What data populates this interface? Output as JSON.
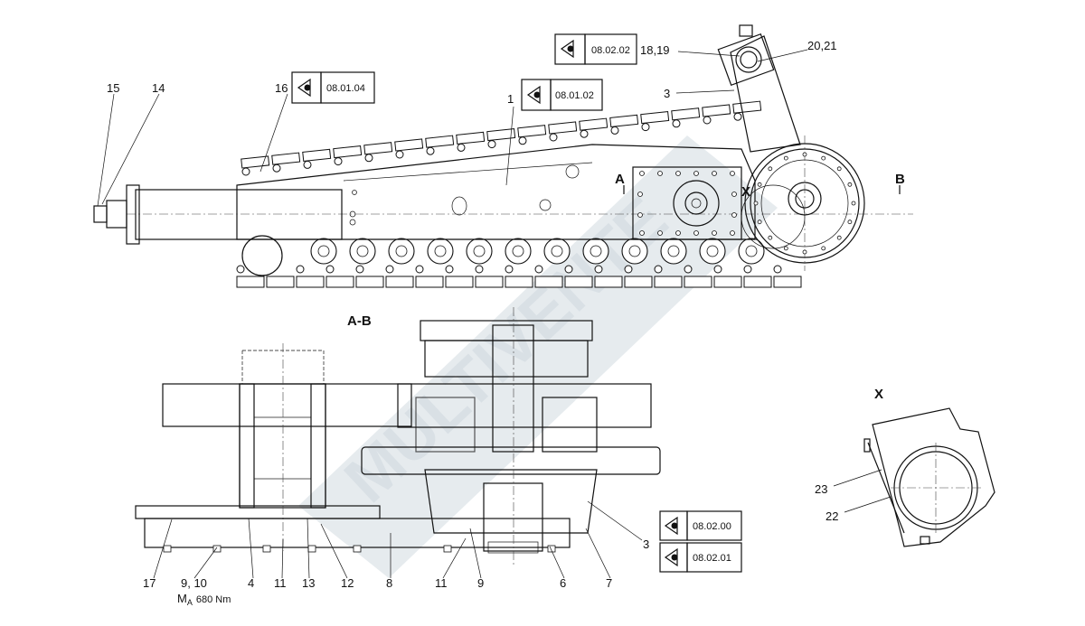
{
  "view_labels": {
    "section": "A-B",
    "detail": "X",
    "cut_a": "A",
    "cut_b": "B",
    "detail_marker": "X"
  },
  "part_numbers": {
    "p15": "15",
    "p14": "14",
    "p16": "16",
    "p1": "1",
    "p3_top": "3",
    "p18_19": "18,19",
    "p20_21": "20,21",
    "p17": "17",
    "p9_10": "9, 10",
    "p4": "4",
    "p11a": "11",
    "p13": "13",
    "p12": "12",
    "p8": "8",
    "p11b": "11",
    "p9": "9",
    "p6": "6",
    "p7": "7",
    "p3_bottom": "3",
    "p23": "23",
    "p22": "22"
  },
  "torque_note": {
    "symbol": "M",
    "subscript": "A",
    "value": "680 Nm"
  },
  "references": [
    {
      "id": "ref-08-01-04",
      "code": "08.01.04"
    },
    {
      "id": "ref-08-01-02",
      "code": "08.01.02"
    },
    {
      "id": "ref-08-02-02",
      "code": "08.02.02"
    },
    {
      "id": "ref-08-02-00",
      "code": "08.02.00"
    },
    {
      "id": "ref-08-02-01",
      "code": "08.02.01"
    }
  ],
  "icons": {
    "reference_box": "eye-icon"
  },
  "watermark": "MULTIVENTE"
}
